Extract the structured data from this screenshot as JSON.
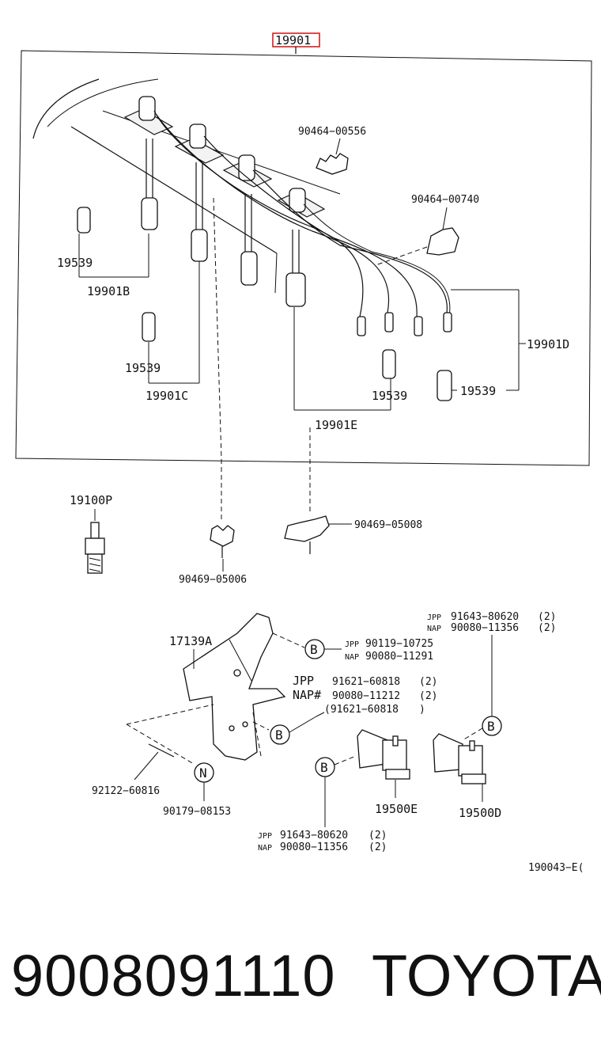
{
  "diagram": {
    "header_part": "19901",
    "highlight_color": "#d42020",
    "labels": {
      "p90464_00556": "90464−00556",
      "p90464_00740": "90464−00740",
      "p19539_a": "19539",
      "p19901B": "19901B",
      "p19539_b": "19539",
      "p19901C": "19901C",
      "p19901D": "19901D",
      "p19539_c": "19539",
      "p19539_d": "19539",
      "p19901E": "19901E",
      "p19100P": "19100P",
      "p90469_05008": "90469−05008",
      "p90469_05006": "90469−05006",
      "p17139A": "17139A",
      "p92122_60816": "92122−60816",
      "p90179_08153": "90179−08153",
      "p19500E": "19500E",
      "p19500D": "19500D",
      "ref_code": "190043−E("
    },
    "callouts": {
      "b_top": "B",
      "b_mid": "B",
      "b_left": "B",
      "b_right": "B",
      "n": "N"
    },
    "notes": {
      "top_right": [
        {
          "prefix": "JPP",
          "part": "91643−80620",
          "qty": "(2)"
        },
        {
          "prefix": "NAP",
          "part": "90080−11356",
          "qty": "(2)"
        }
      ],
      "bracket_top": [
        {
          "prefix": "JPP",
          "part": "90119−10725",
          "qty": ""
        },
        {
          "prefix": "NAP",
          "part": "90080−11291",
          "qty": ""
        }
      ],
      "bracket_mid": [
        {
          "prefix": "JPP",
          "part": "91621−60818",
          "qty": "(2)"
        },
        {
          "prefix": "NAP#",
          "part": "90080−11212",
          "qty": "(2)"
        },
        {
          "prefix": "",
          "part": "(91621−60818",
          "qty": ")"
        }
      ],
      "bottom": [
        {
          "prefix": "JPP",
          "part": "91643−80620",
          "qty": "(2)"
        },
        {
          "prefix": "NAP",
          "part": "90080−11356",
          "qty": "(2)"
        }
      ]
    }
  },
  "footer": {
    "part_number": "9008091110",
    "brand": "TOYOTA"
  }
}
